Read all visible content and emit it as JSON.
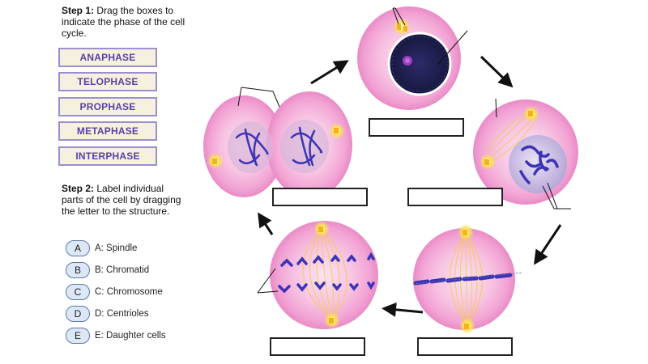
{
  "step1": {
    "label": "Step 1:",
    "text": "Drag the boxes to indicate the phase of the cell cycle."
  },
  "phases": [
    "ANAPHASE",
    "TELOPHASE",
    "PROPHASE",
    "METAPHASE",
    "INTERPHASE"
  ],
  "step2": {
    "label": "Step 2:",
    "text": "Label individual parts of the cell by dragging the letter to the structure."
  },
  "legend": [
    {
      "letter": "A",
      "text": "A: Spindle"
    },
    {
      "letter": "B",
      "text": "B: Chromatid"
    },
    {
      "letter": "C",
      "text": "C: Chromosome"
    },
    {
      "letter": "D",
      "text": "D: Centrioles"
    },
    {
      "letter": "E",
      "text": "E: Daughter cells"
    }
  ],
  "colors": {
    "phase_box_fill": "#f6f1de",
    "phase_box_border": "#9b8fd0",
    "phase_text": "#5b3fa6",
    "legend_fill": "#dde8f6",
    "legend_border": "#5a79a9",
    "cell_pink": "#f2a9d8",
    "chromosome": "#3b34b5",
    "centriole": "#f7d43a",
    "nucleus": "#24245a"
  }
}
